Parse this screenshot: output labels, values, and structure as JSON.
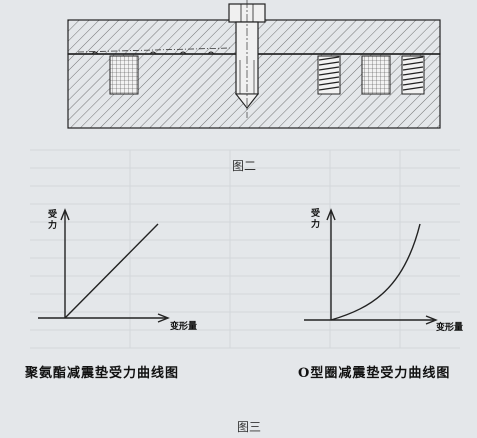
{
  "figure2": {
    "caption": "图二"
  },
  "figure3": {
    "caption": "图三",
    "left_graph": {
      "title": "聚氨酯减震垫受力曲线图",
      "y_axis_label_line1": "受",
      "y_axis_label_line2": "力",
      "x_axis_label": "变形量",
      "curve": "linear"
    },
    "right_graph": {
      "title": "O型圈减震垫受力曲线图",
      "y_axis_label_line1": "受",
      "y_axis_label_line2": "力",
      "x_axis_label": "变形量",
      "curve": "progressive"
    }
  },
  "colors": {
    "background": "#e4e7ea",
    "line": "#222222",
    "hatch": "#555555"
  }
}
